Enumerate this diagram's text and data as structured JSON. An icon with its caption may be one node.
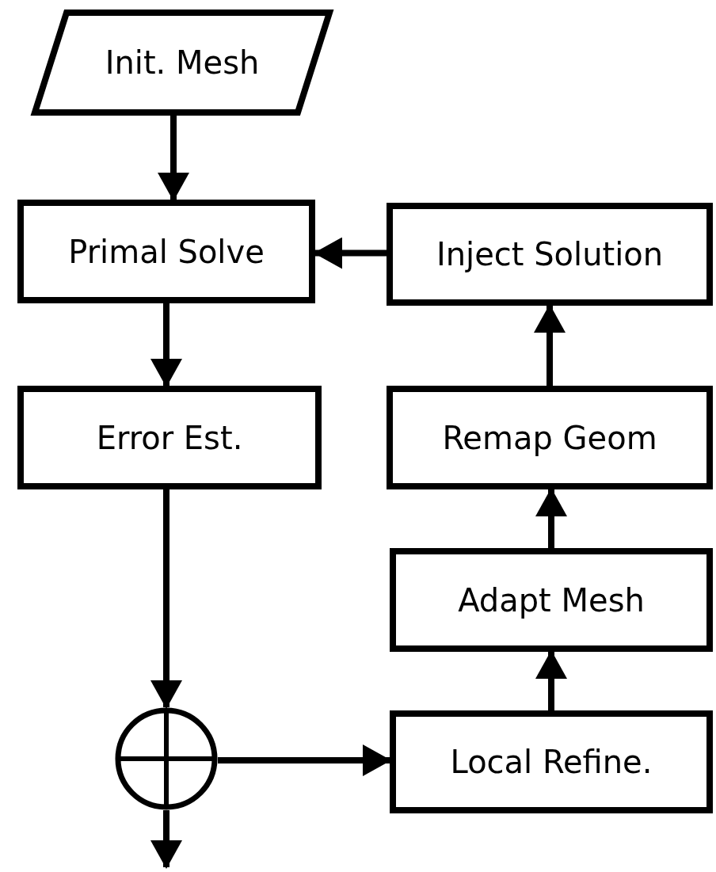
{
  "diagram": {
    "nodes": [
      {
        "text": [
          "Init. Mesh"
        ]
      },
      {
        "text": [
          "Primal Solve"
        ]
      },
      {
        "text": [
          "Inject Solution"
        ]
      },
      {
        "text": [
          "Error Est."
        ]
      },
      {
        "text": [
          "Remap Geom"
        ]
      },
      {
        "text": [
          "Adapt Mesh"
        ]
      },
      {
        "text": [],
        "shape": "circle"
      },
      {
        "text": [
          "Local Refine."
        ]
      }
    ],
    "edges": [
      {
        "from": 0,
        "to": 1,
        "arrow": "to"
      },
      {
        "from": 1,
        "to": 3,
        "arrow": "to"
      },
      {
        "from": 3,
        "to": 6,
        "arrow": "to"
      },
      {
        "from": 6,
        "to": 7,
        "arrow": "to"
      },
      {
        "from": 7,
        "to": 5,
        "arrow": "to"
      },
      {
        "from": 5,
        "to": 4,
        "arrow": "to"
      },
      {
        "from": 4,
        "to": 2,
        "arrow": "to"
      },
      {
        "from": 2,
        "to": 1,
        "arrow": "to"
      },
      {
        "from": 6,
        "to": null,
        "arrow": "to"
      }
    ]
  }
}
